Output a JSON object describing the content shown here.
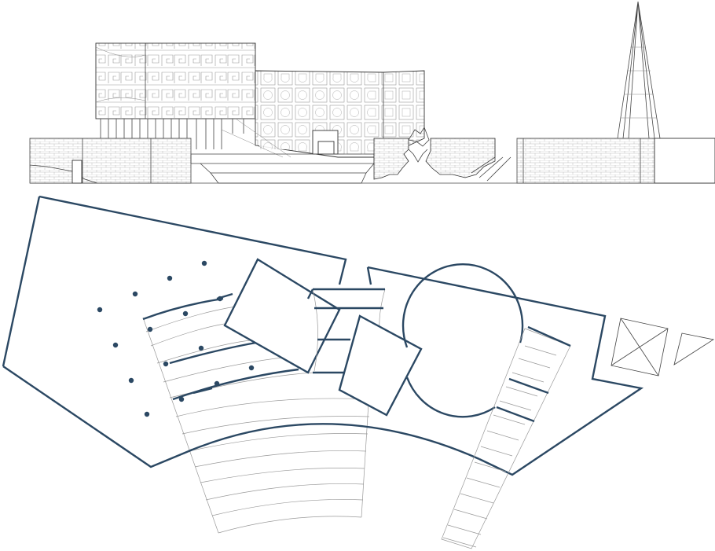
{
  "colors": {
    "plan_outline": "#2b4863",
    "elevation_line": "#444444",
    "pattern_line": "#888888",
    "background": "#ffffff"
  },
  "drawings": [
    {
      "id": "elevation",
      "kind": "architectural-elevation"
    },
    {
      "id": "plan",
      "kind": "architectural-floor-plan"
    }
  ]
}
